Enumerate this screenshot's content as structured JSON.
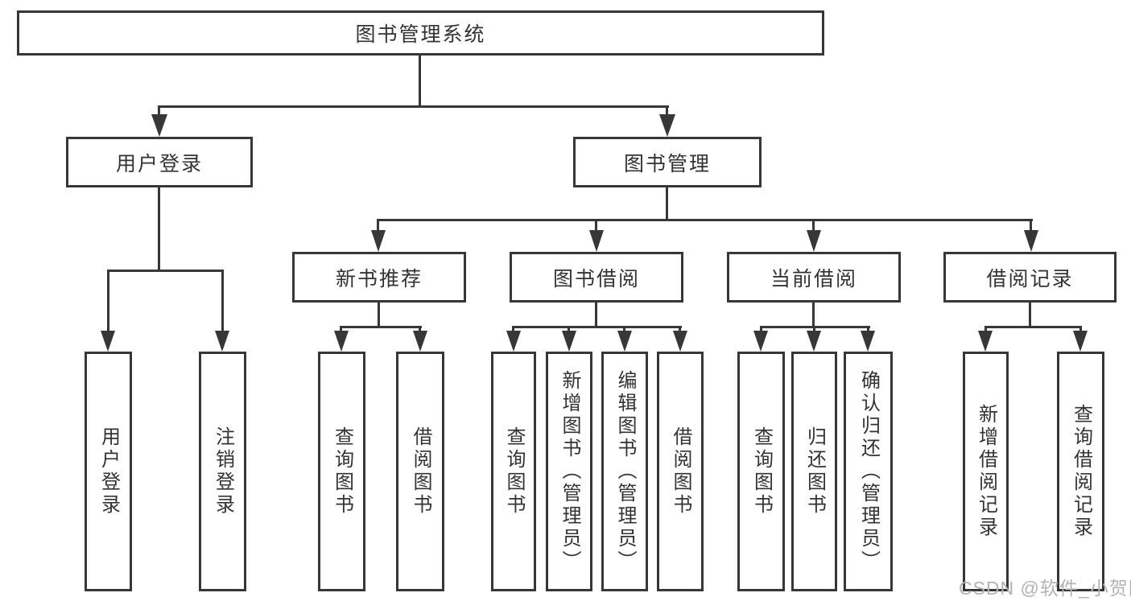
{
  "diagram": {
    "root": {
      "label": "图书管理系统"
    },
    "colors": {
      "line": "#373737",
      "text": "#333333",
      "box_background": "#ffffff",
      "watermark": "#b3b3b3"
    },
    "branches": {
      "user_login": {
        "label": "用户登录",
        "children": [
          {
            "label": "用户登录"
          },
          {
            "label": "注销登录"
          }
        ]
      },
      "book_management": {
        "label": "图书管理",
        "children": {
          "new_book": {
            "label": "新书推荐",
            "children": [
              {
                "label": "查询图书"
              },
              {
                "label": "借阅图书"
              }
            ]
          },
          "book_borrow": {
            "label": "图书借阅",
            "children": [
              {
                "label": "查询图书"
              },
              {
                "label": "新增图书（管理员）"
              },
              {
                "label": "编辑图书（管理员）"
              },
              {
                "label": "借阅图书"
              }
            ]
          },
          "current_borrow": {
            "label": "当前借阅",
            "children": [
              {
                "label": "查询图书"
              },
              {
                "label": "归还图书"
              },
              {
                "label": "确认归还（管理员）"
              }
            ]
          },
          "borrow_record": {
            "label": "借阅记录",
            "children": [
              {
                "label": "新增借阅记录"
              },
              {
                "label": "查询借阅记录"
              }
            ]
          }
        }
      }
    }
  },
  "watermark": {
    "text": "CSDN @软件_小贺同学"
  }
}
